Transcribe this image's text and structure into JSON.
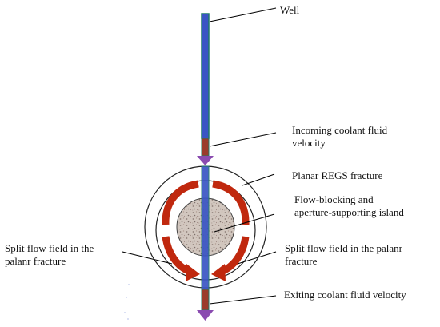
{
  "labels": {
    "well": "Well",
    "incoming_1": "Incoming coolant fluid",
    "incoming_2": "velocity",
    "fracture": "Planar REGS fracture",
    "island_1": "Flow-blocking and",
    "island_2": "aperture-supporting island",
    "split_left_1": "Split flow field in the",
    "split_left_2": "palanr fracture",
    "split_right_1": "Split flow field in the palanr",
    "split_right_2": "fracture",
    "exiting": "Exiting coolant fluid velocity"
  },
  "colors": {
    "well_fill": "#3a55c4",
    "well_outline": "#1f7a6a",
    "flow_arrow": "#c0280e",
    "arrow_head": "#8a4bb0",
    "coolant_segment": "#9b3b2c",
    "island_fill": "#cfc3bb",
    "outline": "#222222"
  }
}
